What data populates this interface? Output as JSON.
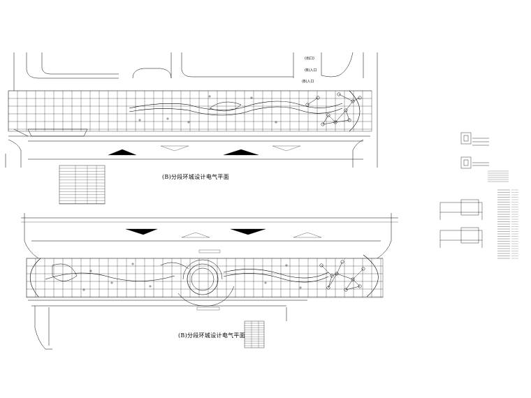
{
  "plans": [
    {
      "title": "(B)分段环城设计电气平面"
    },
    {
      "title": "(B)分段环城设计电气平面"
    }
  ],
  "annotations": {
    "top_exit": "(出口)",
    "top_entry": "(B)入口",
    "top_entry2": "(B)入口"
  },
  "colors": {
    "line": "#000000",
    "grid": "#000000",
    "background": "#ffffff"
  }
}
